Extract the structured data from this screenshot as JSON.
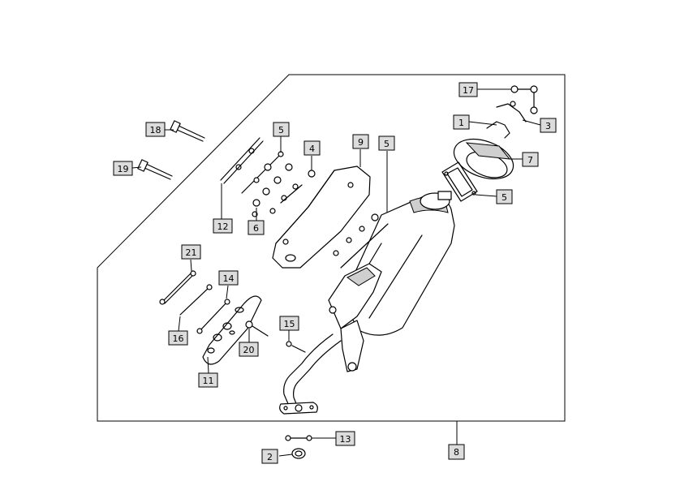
{
  "callouts": [
    {
      "id": "c17",
      "label": "17"
    },
    {
      "id": "c1",
      "label": "1"
    },
    {
      "id": "c3",
      "label": "3"
    },
    {
      "id": "c7",
      "label": "7"
    },
    {
      "id": "c5a",
      "label": "5"
    },
    {
      "id": "c5b",
      "label": "5"
    },
    {
      "id": "c5c",
      "label": "5"
    },
    {
      "id": "c18",
      "label": "18"
    },
    {
      "id": "c19",
      "label": "19"
    },
    {
      "id": "c4",
      "label": "4"
    },
    {
      "id": "c9",
      "label": "9"
    },
    {
      "id": "c12",
      "label": "12"
    },
    {
      "id": "c6",
      "label": "6"
    },
    {
      "id": "c21",
      "label": "21"
    },
    {
      "id": "c14",
      "label": "14"
    },
    {
      "id": "c16",
      "label": "16"
    },
    {
      "id": "c15",
      "label": "15"
    },
    {
      "id": "c20",
      "label": "20"
    },
    {
      "id": "c11",
      "label": "11"
    },
    {
      "id": "c13",
      "label": "13"
    },
    {
      "id": "c2",
      "label": "2"
    },
    {
      "id": "c8",
      "label": "8"
    }
  ]
}
